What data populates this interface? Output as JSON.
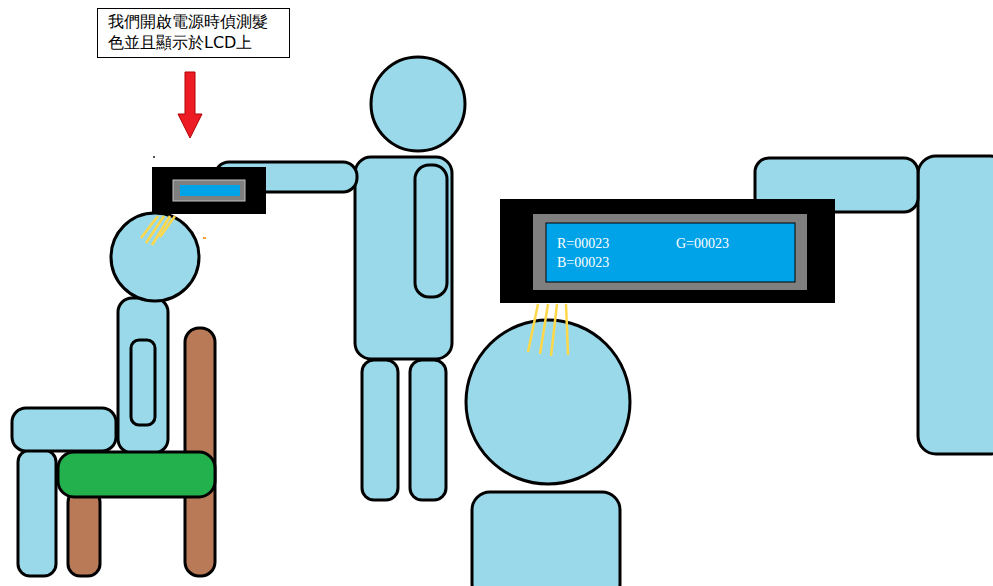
{
  "diagram": {
    "nodes": [
      {
        "text": [
          "我們開啟電源時偵測髮色並且顯示於LCD上"
        ]
      },
      {
        "text": [
          "R=00023",
          "G=00023",
          "B=00023"
        ]
      }
    ]
  }
}
